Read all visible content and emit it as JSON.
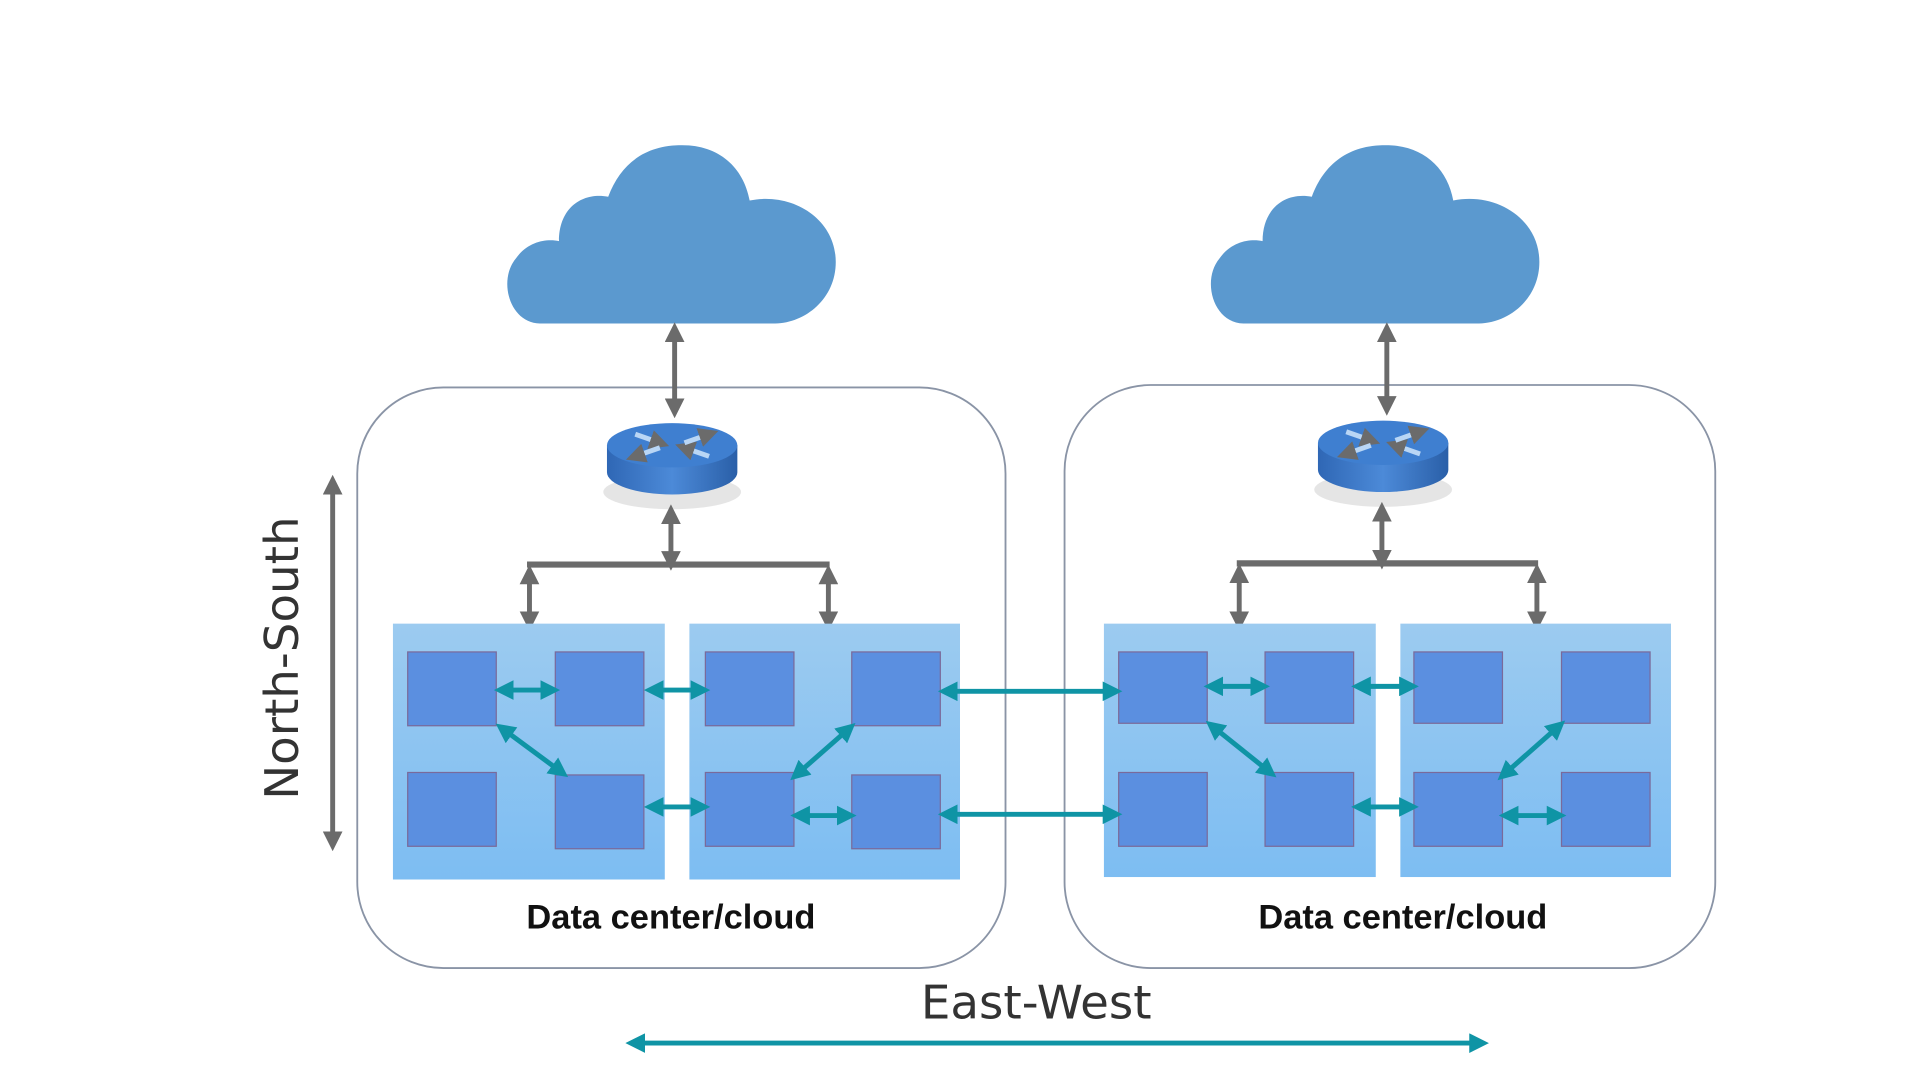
{
  "labels": {
    "left_box": "Data center/cloud",
    "right_box": "Data center/cloud",
    "vertical_axis": "North-South",
    "horizontal_axis": "East-West"
  },
  "colors": {
    "cloud": "#5b99cf",
    "router": "#3a78c8",
    "panel": "#8ec6f2",
    "node": "#5b8fe0",
    "teal_arrow": "#0f94a5",
    "gray_arrow": "#6b6b6b",
    "box_border": "#8a94a6"
  },
  "icons": [
    "cloud-icon",
    "router-icon",
    "server-node-icon"
  ]
}
